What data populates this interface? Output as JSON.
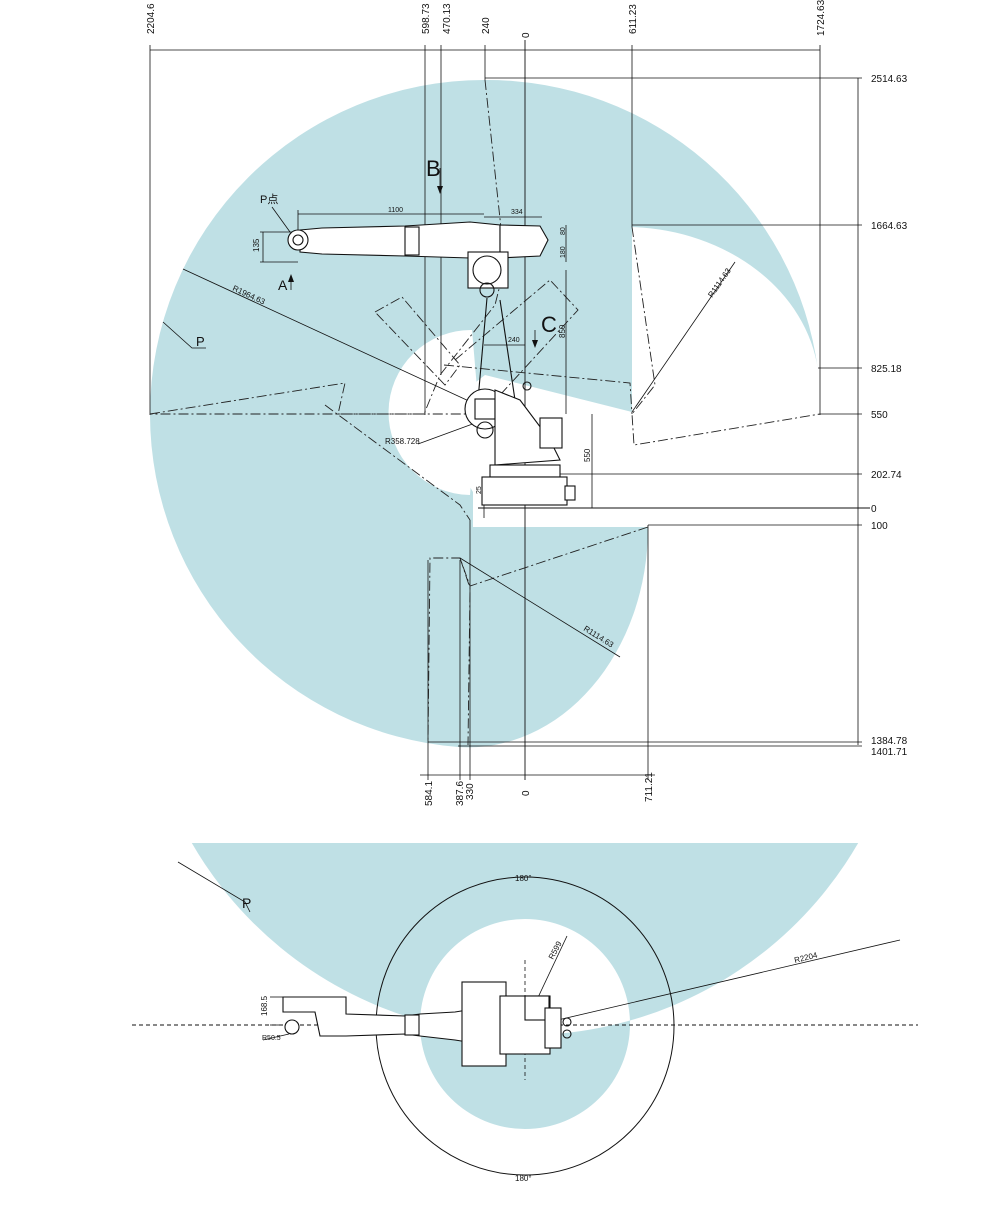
{
  "side_view": {
    "top_dims": [
      "2204.6",
      "598.73",
      "470.13",
      "240",
      "0",
      "611.23",
      "1724.63"
    ],
    "right_dims": [
      "2514.63",
      "1664.63",
      "825.18",
      "550",
      "202.74",
      "0",
      "100",
      "1384.78",
      "1401.71"
    ],
    "bottom_dims": [
      "584.1",
      "387.6",
      "330",
      "0",
      "711.21"
    ],
    "radii": [
      "R1964.63",
      "R1114.63",
      "R1114.63",
      "R358.728"
    ],
    "inner_dims": [
      "1100",
      "334",
      "135",
      "80",
      "180",
      "850",
      "240",
      "550",
      "25"
    ],
    "letters": [
      "B",
      "C",
      "A",
      "P",
      "P点"
    ]
  },
  "top_view": {
    "angle_top": "180°",
    "angle_bottom": "180°",
    "radii": [
      "R599",
      "R2204"
    ],
    "dims": [
      "168.5",
      "R50.5"
    ],
    "letter": "P"
  },
  "colors": {
    "envelope": "#bfe0e5",
    "line": "#111111",
    "background": "#ffffff"
  }
}
